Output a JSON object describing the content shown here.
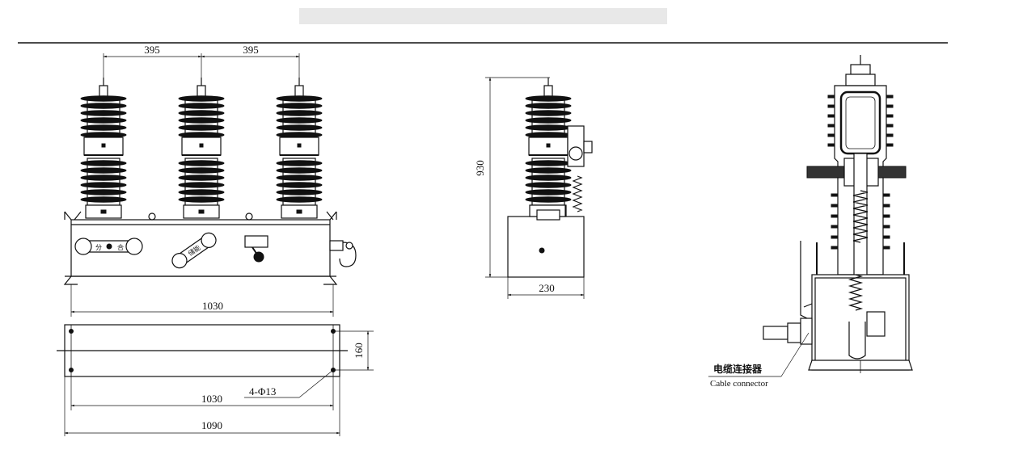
{
  "dimensions": {
    "pitch_left": "395",
    "pitch_right": "395",
    "front_width": "1030",
    "height": "930",
    "side_depth": "230",
    "base_depth": "160",
    "hole_spacing": "1030",
    "holes": "4-Φ13",
    "base_length": "1090"
  },
  "labels": {
    "cable_connector_cn": "电缆连接器",
    "cable_connector_en": "Cable connector",
    "panel_open": "分",
    "panel_close": "合",
    "panel_manual": "储能"
  }
}
